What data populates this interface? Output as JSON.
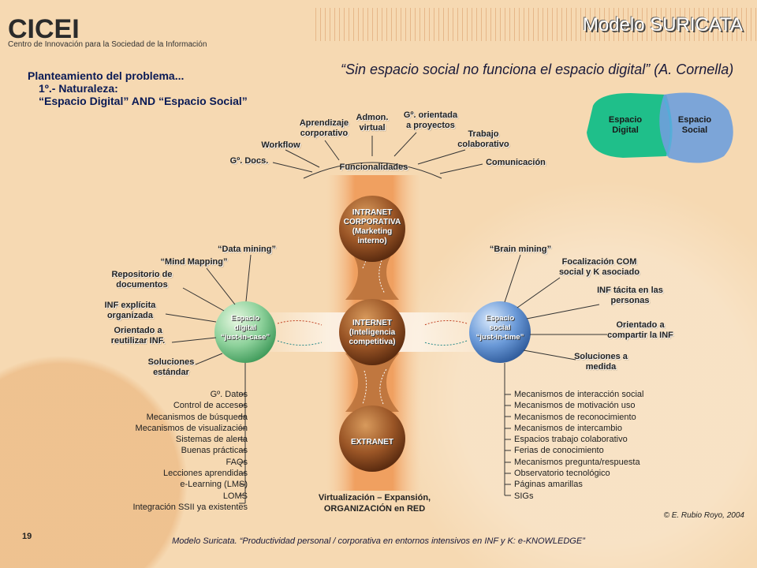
{
  "header": {
    "logo_text": "CICEI",
    "logo_subtitle": "Centro de Innovación para la Sociedad de la Información",
    "title": "Modelo SURICATA"
  },
  "quote": "“Sin espacio social no funciona el espacio digital” (A. Cornella)",
  "problem": {
    "line1": "Planteamiento del problema...",
    "line2": "1º.- Naturaleza:",
    "line3": "“Espacio Digital” AND “Espacio Social”"
  },
  "venn": {
    "digital_line1": "Espacio",
    "digital_line2": "Digital",
    "social_line1": "Espacio",
    "social_line2": "Social",
    "digital_color": "#1fbf8a",
    "social_color": "#6f9fdc"
  },
  "funcionalidades": {
    "label": "Funcionalidades",
    "items": [
      "Gº. Docs.",
      "Workflow",
      "Aprendizaje corporativo",
      "Admon. virtual",
      "Gº. orientada a proyectos",
      "Trabajo colaborativo",
      "Comunicación"
    ]
  },
  "center": {
    "intranet_l1": "INTRANET",
    "intranet_l2": "CORPORATIVA",
    "intranet_l3": "(Marketing",
    "intranet_l4": "interno)",
    "internet_l1": "INTERNET",
    "internet_l2": "(Inteligencia",
    "internet_l3": "competitiva)",
    "extranet": "EXTRANET",
    "sphere_color": "#8a4a22",
    "band_color": "#f0a060"
  },
  "left_sphere": {
    "l1": "Espacio",
    "l2": "digital",
    "l3": "“just-in-case”",
    "color": "#7fc98f"
  },
  "right_sphere": {
    "l1": "Espacio",
    "l2": "social",
    "l3": "“just-in-time”",
    "color": "#4f83c6"
  },
  "left_spokes": [
    "“Data mining”",
    "“Mind Mapping”",
    "Repositorio de documentos",
    "INF explícita organizada",
    "Orientado a reutilizar INF.",
    "Soluciones estándar"
  ],
  "right_spokes": [
    "“Brain mining”",
    "Focalización COM social y K asociado",
    "INF tácita en las personas",
    "Orientado a compartir la INF",
    "Soluciones a medida"
  ],
  "left_list": [
    "Gº. Datos",
    "Control de accesos",
    "Mecanismos de búsqueda",
    "Mecanismos de visualización",
    "Sistemas de alerta",
    "Buenas prácticas",
    "FAQs",
    "Lecciones aprendidas",
    "e-Learning (LMS)",
    "LOMS",
    "Integración SSII ya existentes"
  ],
  "right_list": [
    "Mecanismos de interacción social",
    "Mecanismos de motivación uso",
    "Mecanismos de reconocimiento",
    "Mecanismos de intercambio",
    "Espacios trabajo colaborativo",
    "Ferias de conocimiento",
    "Mecanismos pregunta/respuesta",
    "Observatorio tecnológico",
    "Páginas amarillas",
    "SIGs"
  ],
  "virtualizacion": {
    "line1": "Virtualización – Expansión,",
    "line2": "ORGANIZACIÓN en RED"
  },
  "copyright": "© E. Rubio Royo, 2004",
  "slide_number": "19",
  "footer": "Modelo Suricata. “Productividad personal / corporativa en entornos intensivos en INF y K: e-KNOWLEDGE”"
}
